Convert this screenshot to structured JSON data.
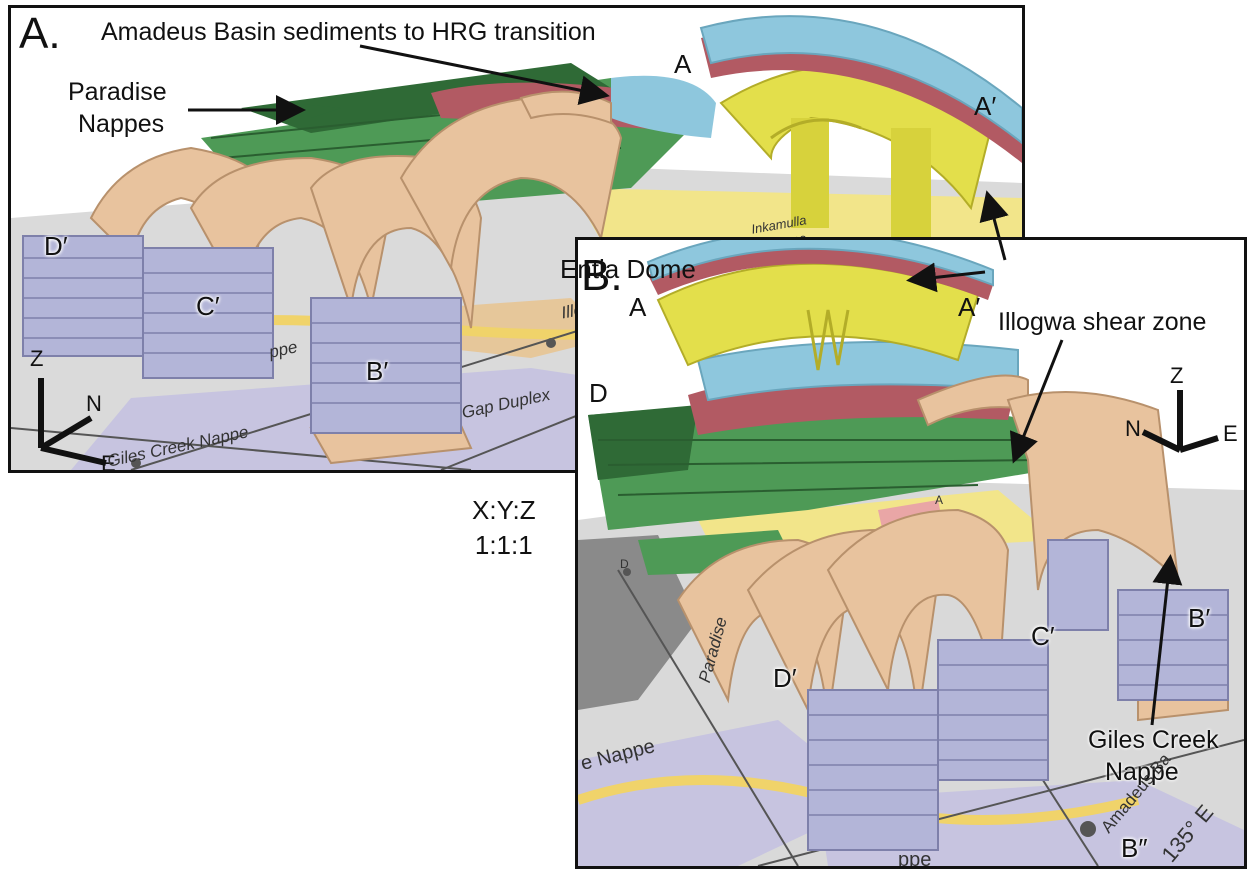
{
  "panel_a": {
    "letter": "A.",
    "annotations": {
      "amadeus": "Amadeus Basin sediments to HRG transition",
      "paradise_1": "Paradise",
      "paradise_2": "Nappes"
    },
    "section_labels": {
      "a": "A",
      "a_prime": "A′",
      "b_prime": "B′",
      "c_prime": "C′",
      "d_prime": "D′"
    },
    "axes": {
      "z": "Z",
      "n": "N",
      "e": "E"
    },
    "map_labels": {
      "giles": "Giles Creek Nappe",
      "gap": "Gap Duplex",
      "illogwa": "Illogwa",
      "inkamulla": "Inkamulla",
      "dome": "Subdome",
      "appe": "ppe"
    }
  },
  "panel_b": {
    "letter": "B.",
    "annotations": {
      "entia": "Entia Dome",
      "illogwa": "Illogwa shear zone",
      "giles_1": "Giles Creek",
      "giles_2": "Nappe"
    },
    "section_labels": {
      "a": "A",
      "a_prime": "A′",
      "b_prime": "B′",
      "c_prime": "C′",
      "d": "D",
      "d_prime": "D′",
      "b_dprime": "B″"
    },
    "axes": {
      "z": "Z",
      "n": "N",
      "e": "E"
    },
    "map_labels": {
      "paradise": "Paradise",
      "nappe": "e Nappe",
      "amadeus": "Amadeus Ba",
      "degree": "135° E",
      "d_small": "D",
      "a_small": "A",
      "ppe": "ppe"
    }
  },
  "scale": {
    "line1": "X:Y:Z",
    "line2": "1:1:1"
  },
  "colors": {
    "tan": "#e8c39e",
    "lavender": "#b3b5d8",
    "green": "#4f9a57",
    "dark_green": "#2f6a36",
    "yellow": "#e6e24a",
    "blue": "#8ec7dd",
    "red": "#b25a63",
    "map_grey": "#d7d7d7",
    "map_yellow": "#f4e07a",
    "map_purple": "#c9c6e2"
  }
}
